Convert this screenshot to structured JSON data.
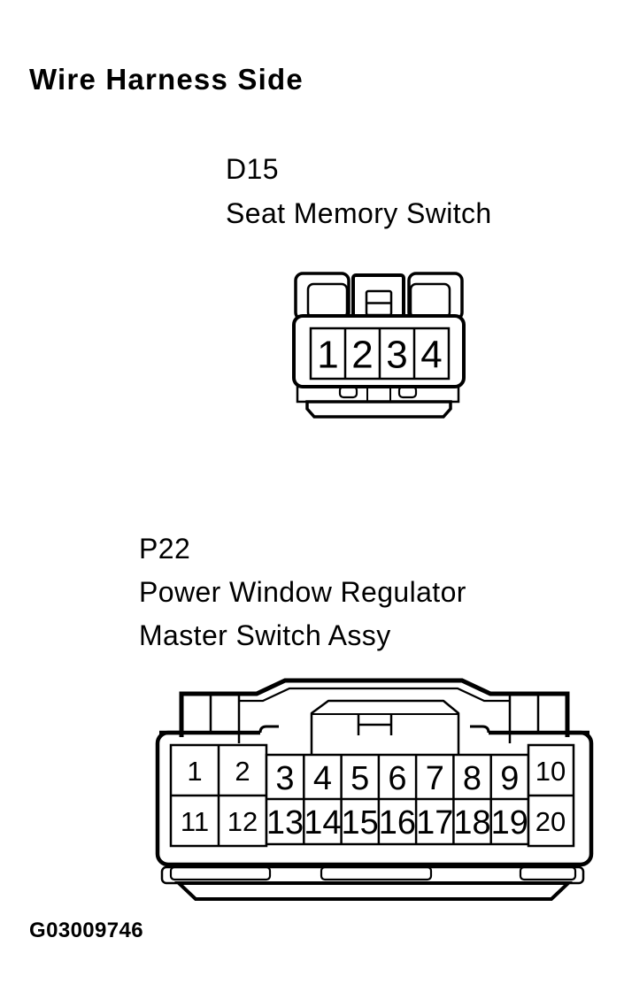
{
  "page": {
    "title": "Wire Harness Side",
    "figure_id": "G03009746",
    "background_color": "#ffffff",
    "line_color": "#000000"
  },
  "connectors": [
    {
      "code": "D15",
      "name_lines": [
        "Seat Memory Switch"
      ],
      "pins": [
        "1",
        "2",
        "3",
        "4"
      ]
    },
    {
      "code": "P22",
      "name_lines": [
        "Power Window Regulator",
        "Master Switch Assy"
      ],
      "pins_row1": [
        "1",
        "2",
        "3",
        "4",
        "5",
        "6",
        "7",
        "8",
        "9",
        "10"
      ],
      "pins_row2": [
        "11",
        "12",
        "13",
        "14",
        "15",
        "16",
        "17",
        "18",
        "19",
        "20"
      ]
    }
  ]
}
